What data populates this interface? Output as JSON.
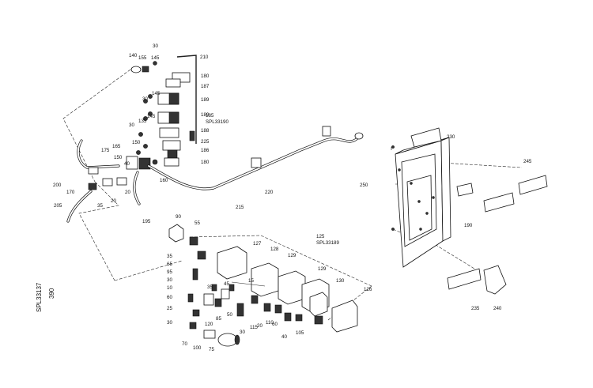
{
  "drawing_codes": {
    "sheet_number": "390",
    "drawing_id": "SPL33137"
  },
  "assemblies": [
    {
      "number": "185",
      "code": "SPL33190"
    },
    {
      "number": "125",
      "code": "SPL33189"
    }
  ],
  "callouts": [
    "30",
    "210",
    "140",
    "155",
    "145",
    "180",
    "187",
    "189",
    "189",
    "188",
    "225",
    "185",
    "30",
    "145",
    "30",
    "145",
    "135",
    "150",
    "165",
    "175",
    "150",
    "40",
    "186",
    "180",
    "160",
    "200",
    "170",
    "20",
    "20",
    "35",
    "205",
    "215",
    "220",
    "195",
    "230",
    "250",
    "245",
    "190",
    "90",
    "55",
    "127",
    "128",
    "129",
    "129",
    "130",
    "126",
    "125",
    "35",
    "65",
    "95",
    "30",
    "10",
    "60",
    "25",
    "30",
    "45",
    "15",
    "35",
    "110",
    "20",
    "60",
    "40",
    "105",
    "85",
    "120",
    "50",
    "30",
    "115",
    "70",
    "100",
    "75",
    "235",
    "240"
  ]
}
